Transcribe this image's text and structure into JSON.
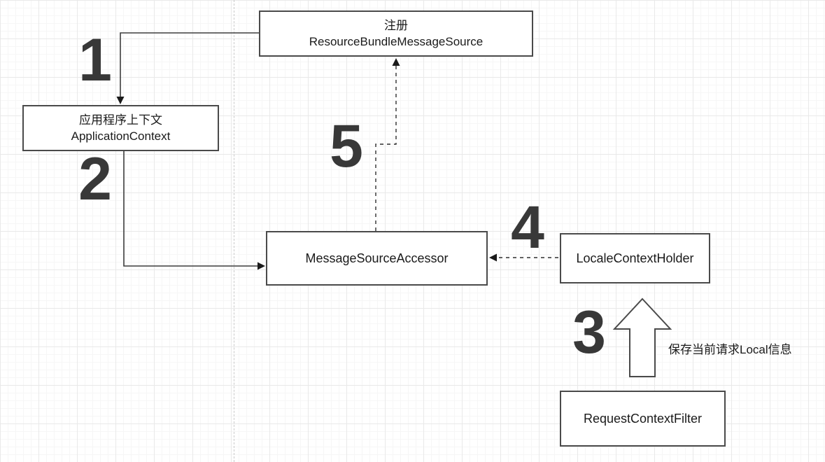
{
  "diagram": {
    "nodes": {
      "resource_bundle": {
        "line1": "注册",
        "line2": "ResourceBundleMessageSource"
      },
      "application_context": {
        "line1": "应用程序上下文",
        "line2": "ApplicationContext"
      },
      "message_source_accessor": {
        "label": "MessageSourceAccessor"
      },
      "locale_context_holder": {
        "label": "LocaleContextHolder"
      },
      "request_context_filter": {
        "label": "RequestContextFilter"
      }
    },
    "steps": {
      "step1": "1",
      "step2": "2",
      "step3": "3",
      "step4": "4",
      "step5": "5"
    },
    "annotations": {
      "save_locale_note": "保存当前请求Local信息"
    },
    "colors": {
      "background": "#ffffff",
      "grid_minor": "#f6f6f6",
      "grid_major": "#e9e9e9",
      "page_divider": "#c9c9c9",
      "box_border": "#4a4a4a",
      "connector": "#3d3d3d",
      "text": "#1a1a1a",
      "step_number": "#383838"
    }
  }
}
